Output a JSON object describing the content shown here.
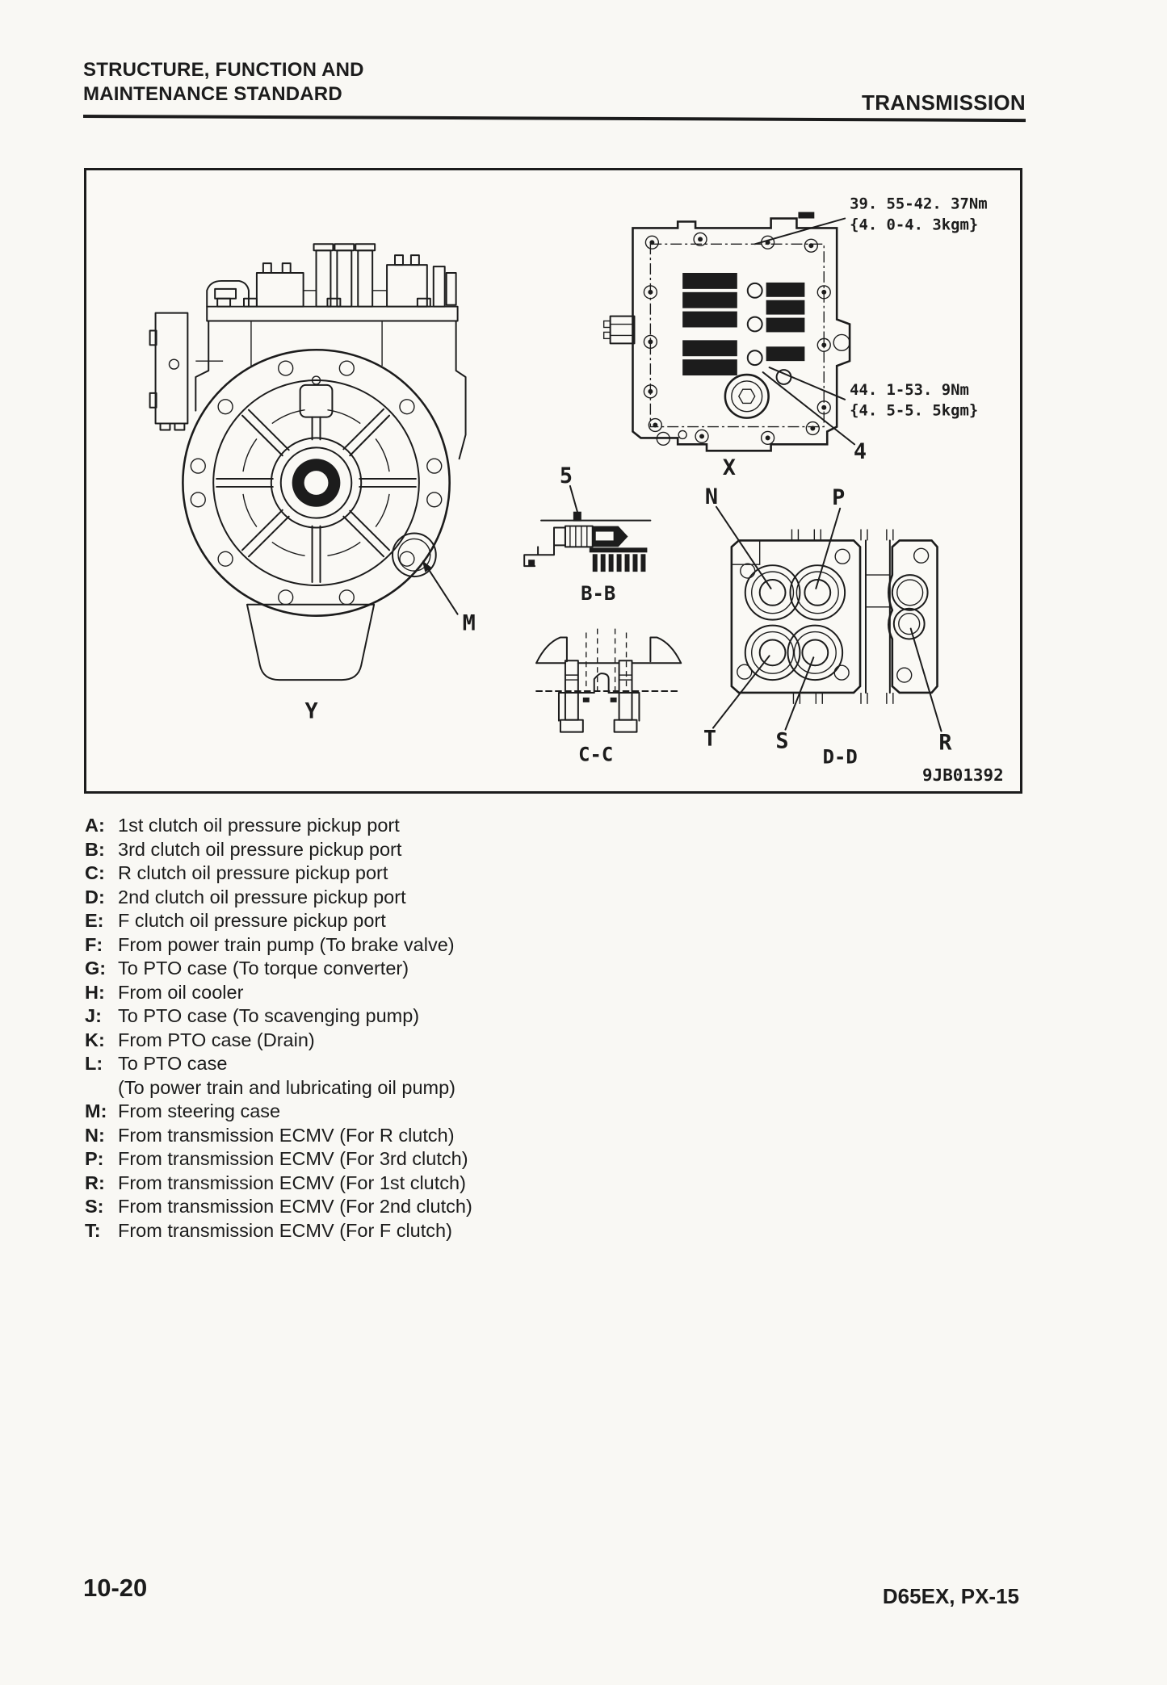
{
  "header": {
    "left_line1": "STRUCTURE, FUNCTION AND",
    "left_line2": "MAINTENANCE STANDARD",
    "right": "TRANSMISSION"
  },
  "figure": {
    "code": "9JB01392",
    "torque_upper": {
      "nm": "39. 55-42. 37Nm",
      "kgm": "{4. 0-4. 3kgm}"
    },
    "torque_lower": {
      "nm": "44. 1-53. 9Nm",
      "kgm": "{4. 5-5. 5kgm}"
    },
    "labels": {
      "view_x": "X",
      "view_y": "Y",
      "section_bb": "B-B",
      "section_cc": "C-C",
      "section_dd": "D-D",
      "item4": "4",
      "item5": "5",
      "m": "M",
      "n": "N",
      "p": "P",
      "t": "T",
      "s": "S",
      "r": "R"
    }
  },
  "legend": {
    "items": [
      {
        "key": "A:",
        "text": "1st clutch oil pressure pickup port"
      },
      {
        "key": "B:",
        "text": "3rd clutch oil pressure pickup port"
      },
      {
        "key": "C:",
        "text": "R clutch oil pressure pickup port"
      },
      {
        "key": "D:",
        "text": "2nd clutch oil pressure pickup port"
      },
      {
        "key": "E:",
        "text": "F clutch oil pressure pickup port"
      },
      {
        "key": "F:",
        "text": "From power train pump (To brake valve)"
      },
      {
        "key": "G:",
        "text": "To PTO case (To torque converter)"
      },
      {
        "key": "H:",
        "text": "From oil cooler"
      },
      {
        "key": "J:",
        "text": "To PTO case (To scavenging pump)"
      },
      {
        "key": "K:",
        "text": "From PTO case (Drain)"
      },
      {
        "key": "L:",
        "text": "To PTO case",
        "text2": "(To power train and lubricating oil pump)"
      },
      {
        "key": "M:",
        "text": "From steering case"
      },
      {
        "key": "N:",
        "text": "From transmission ECMV (For R clutch)"
      },
      {
        "key": "P:",
        "text": "From transmission ECMV (For 3rd clutch)"
      },
      {
        "key": "R:",
        "text": "From transmission ECMV (For 1st clutch)"
      },
      {
        "key": "S:",
        "text": "From transmission ECMV (For 2nd clutch)"
      },
      {
        "key": "T:",
        "text": "From transmission ECMV (For F clutch)"
      }
    ]
  },
  "footer": {
    "page_number": "10-20",
    "model": "D65EX, PX-15"
  },
  "colors": {
    "ink": "#1c1c1c",
    "paper": "#f9f8f4"
  }
}
